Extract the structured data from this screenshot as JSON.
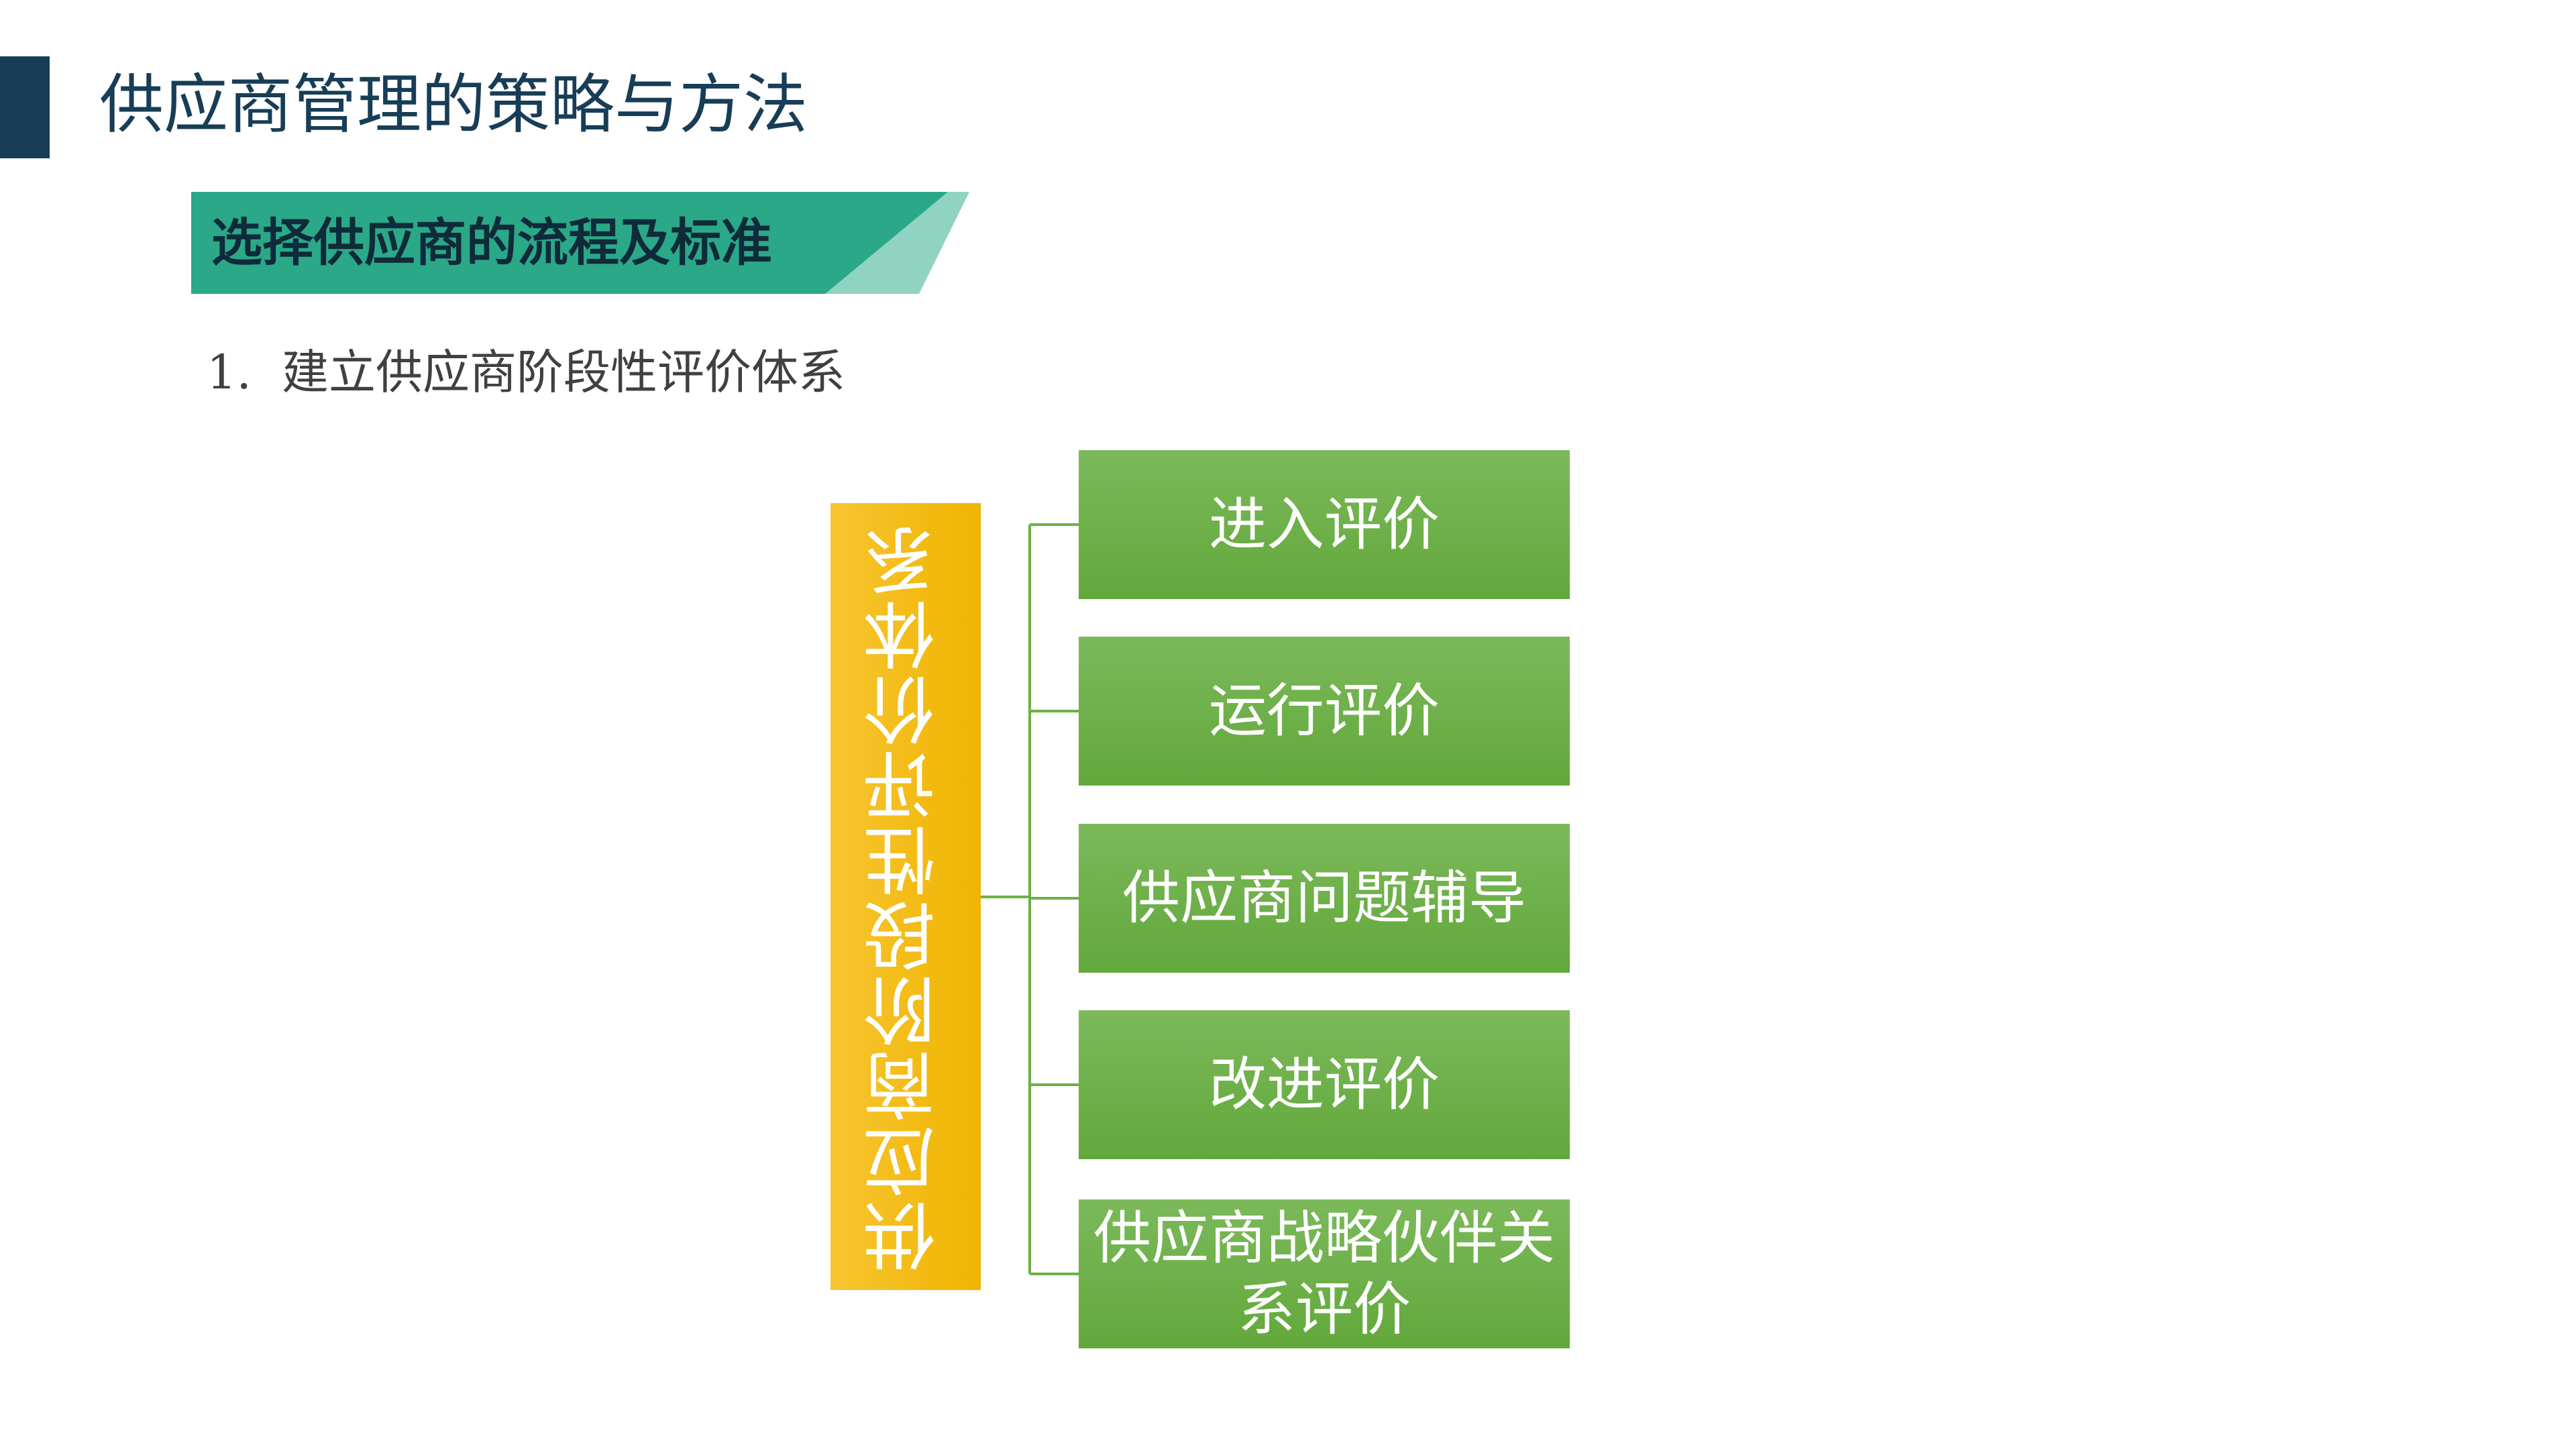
{
  "header": {
    "title": "供应商管理的策略与方法"
  },
  "section": {
    "title": "选择供应商的流程及标准"
  },
  "list": {
    "number": "1.",
    "text": "建立供应商阶段性评价体系"
  },
  "diagram": {
    "root": "供应商阶段性评价体系",
    "children": [
      "进入评价",
      "运行评价",
      "供应商问题辅导",
      "改进评价",
      "供应商战略伙伴关系评价"
    ]
  },
  "colors": {
    "title_accent": "#173d57",
    "banner_main": "#2aa887",
    "banner_light": "#8fd3c0",
    "root_fill": "#f2b90a",
    "child_fill": "#6bb044",
    "connector": "#6bb044"
  }
}
